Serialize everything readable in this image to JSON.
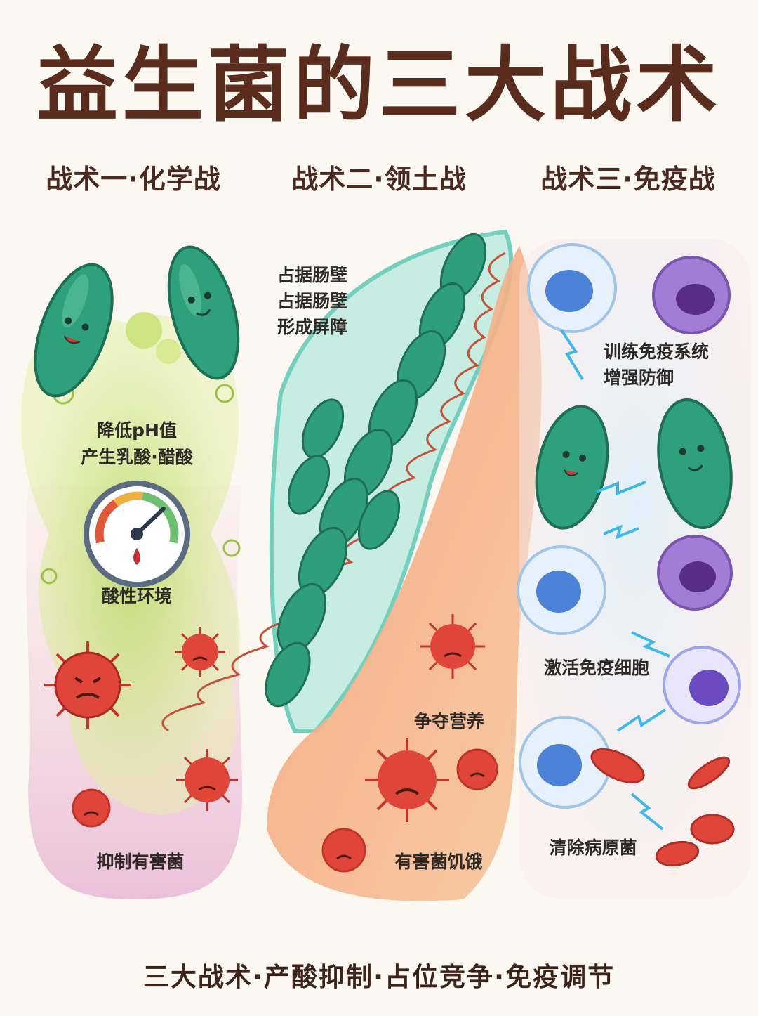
{
  "title": "益生菌的三大战术",
  "columns": [
    {
      "heading": "战术一·化学战",
      "labels": {
        "acid_line1": "降低pH值",
        "acid_line2": "产生乳酸·醋酸",
        "env": "酸性环境",
        "inhibit": "抑制有害菌"
      }
    },
    {
      "heading": "战术二·领土战",
      "labels": {
        "occupy_line1": "占据肠壁",
        "occupy_line2": "占据肠壁",
        "occupy_line3": "形成屏障",
        "compete": "争夺营养",
        "starve": "有害菌饥饿"
      }
    },
    {
      "heading": "战术三·免疫战",
      "labels": {
        "train_line1": "训练免疫系统",
        "train_line2": "增强防御",
        "activate": "激活免疫细胞",
        "clear": "清除病原菌"
      }
    }
  ],
  "footer": "三大战术·产酸抑制·占位竞争·免疫调节",
  "colors": {
    "title": "#5a2c1d",
    "probiotic": "#2fa07c",
    "pathogen": "#e0453a",
    "acid_cloud": "#c8e07a",
    "gut_wall": "#f08a6e",
    "immune_blue": "#5a8fe0",
    "immune_purple": "#8a5bc8"
  },
  "icons": [
    "probiotic-bacterium-icon",
    "pathogen-icon",
    "ph-gauge-icon",
    "immune-cell-icon",
    "lightning-icon"
  ]
}
